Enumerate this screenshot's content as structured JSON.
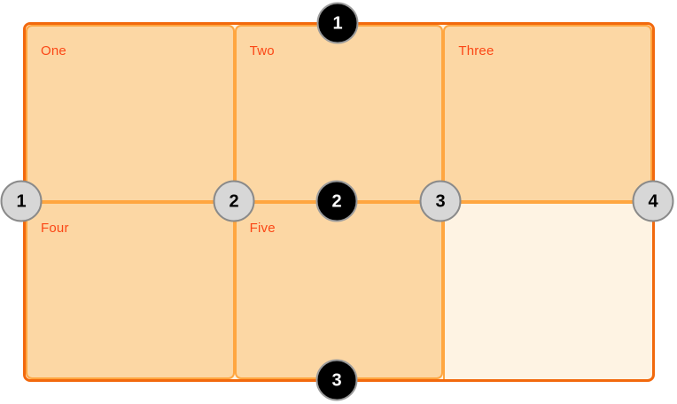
{
  "diagram": {
    "cells": [
      {
        "label": "One"
      },
      {
        "label": "Two"
      },
      {
        "label": "Three"
      },
      {
        "label": "Four"
      },
      {
        "label": "Five"
      },
      {
        "label": ""
      }
    ],
    "row_line_markers": [
      {
        "number": "1"
      },
      {
        "number": "2"
      },
      {
        "number": "3"
      }
    ],
    "column_line_markers": [
      {
        "number": "1"
      },
      {
        "number": "2"
      },
      {
        "number": "3"
      },
      {
        "number": "4"
      }
    ],
    "colors": {
      "cell_fill": "#FCD7A4",
      "cell_border": "#FFA640",
      "container_border": "#F2690D",
      "container_fill": "#FEF3E3",
      "label_text": "#FB4716",
      "row_marker_fill": "#000000",
      "row_marker_text": "#FFFFFF",
      "col_marker_fill": "#D7D7D7",
      "col_marker_ring": "#8A8A8A",
      "col_marker_text": "#000000"
    }
  }
}
